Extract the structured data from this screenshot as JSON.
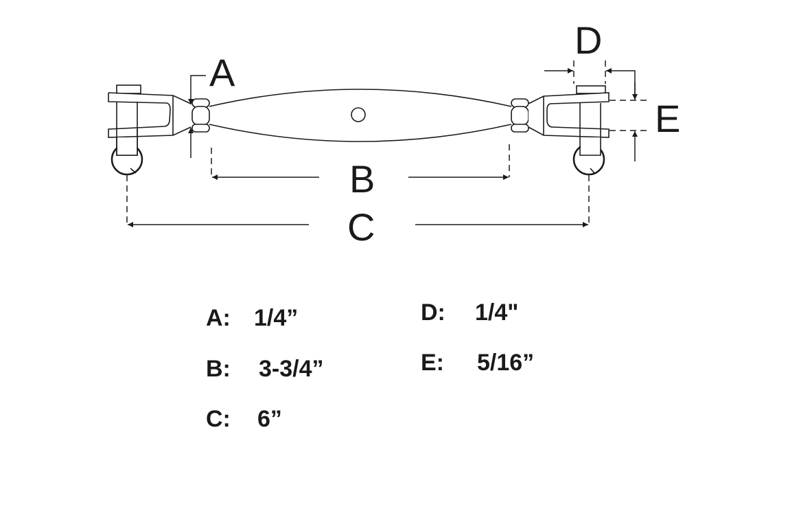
{
  "diagram": {
    "labels": {
      "a": "A",
      "b": "B",
      "c": "C",
      "d": "D",
      "e": "E"
    },
    "line_color": "#1a1a1a"
  },
  "specs": [
    {
      "key": "A:",
      "value": "1/4”"
    },
    {
      "key": "B:",
      "value": "3-3/4”"
    },
    {
      "key": "C:",
      "value": "6”"
    },
    {
      "key": "D:",
      "value": "1/4\""
    },
    {
      "key": "E:",
      "value": "5/16”"
    }
  ]
}
